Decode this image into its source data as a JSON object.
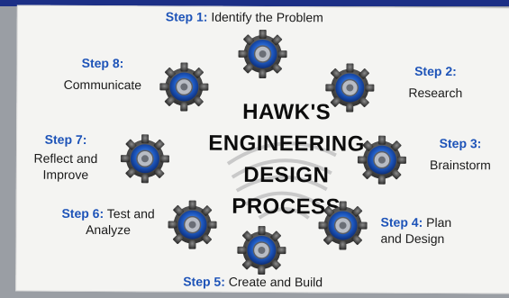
{
  "poster": {
    "title_lines": [
      "HAWK'S",
      "ENGINEERING",
      "DESIGN",
      "PROCESS"
    ],
    "accent_color": "#1d53b8",
    "steps": [
      {
        "step": "Step 1:",
        "text": "Identify the Problem"
      },
      {
        "step": "Step 2:",
        "text": "Research"
      },
      {
        "step": "Step 3:",
        "text": "Brainstorm"
      },
      {
        "step": "Step 4:",
        "text": "Plan and Design"
      },
      {
        "step": "Step 5:",
        "text": "Create and Build"
      },
      {
        "step": "Step 6:",
        "text": "Test and Analyze"
      },
      {
        "step": "Step 7:",
        "text": "Reflect and Improve"
      },
      {
        "step": "Step 8:",
        "text": "Communicate"
      }
    ],
    "icons": [
      "gear-icon",
      "hawk-watermark"
    ]
  }
}
